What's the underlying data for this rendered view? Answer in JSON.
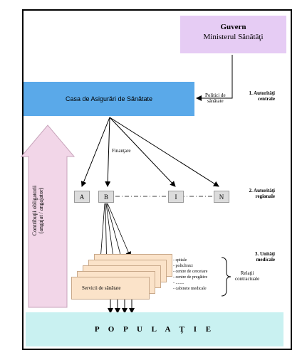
{
  "guvern": {
    "title": "Guvern",
    "subtitle": "Ministerul Sănătăţi"
  },
  "casa": {
    "label": "Casa de Asigurări de Sănătate"
  },
  "politici": {
    "line1": "Politici de",
    "line2": "sănătate"
  },
  "levels": {
    "central": {
      "line1": "1. Autorităţi",
      "line2": "centrale"
    },
    "regional": {
      "line1": "2. Autorităţi",
      "line2": "regionale"
    },
    "medical": {
      "line1": "3. Unităţi",
      "line2": "medicale"
    }
  },
  "finantare": "Finanţare",
  "regional_nodes": [
    "A",
    "B",
    "I",
    "N"
  ],
  "contributii": {
    "line1": "Contribuţii obligatorii",
    "line2": "(angajat / angajator)"
  },
  "services": {
    "label": "Servicii de sănătate"
  },
  "unit_types": [
    "spitale",
    "policlinici",
    "centre de cercetare",
    "centre de pregătire",
    "........",
    "cabinete medicale"
  ],
  "relatii": {
    "line1": "Relaţii",
    "line2": "contractuale"
  },
  "populatie": "P O P U L A Ţ I E",
  "colors": {
    "guvern": "#e6ccf4",
    "casa": "#5aa9e9",
    "services": "#fbe3c9",
    "populatie": "#c9f1f1",
    "contrib_arrow": "#f2d6e8"
  }
}
